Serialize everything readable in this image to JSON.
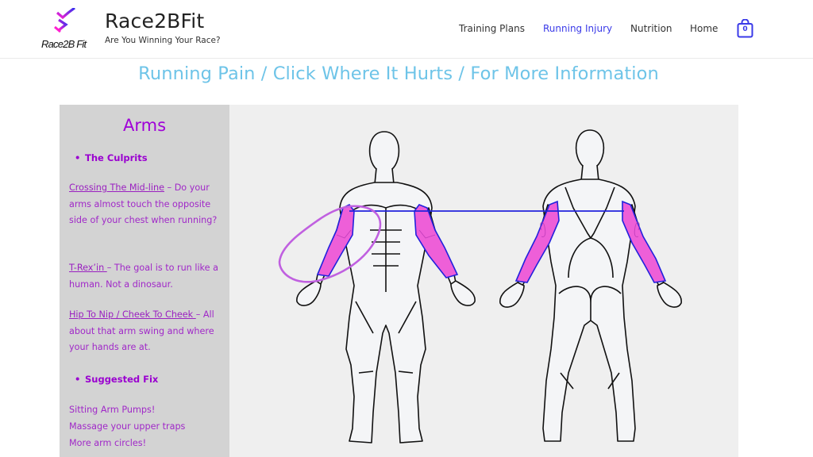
{
  "header": {
    "logo_text": "Race2B Fit",
    "site_title": "Race2BFit",
    "tagline": "Are You Winning Your Race?",
    "nav": [
      {
        "label": "Training Plans",
        "active": false
      },
      {
        "label": "Running Injury",
        "active": true
      },
      {
        "label": "Nutrition",
        "active": false
      },
      {
        "label": "Home",
        "active": false
      }
    ],
    "cart": {
      "icon": "shopping-bag-icon",
      "count": "0"
    }
  },
  "page": {
    "heading": "Running Pain / Click Where It Hurts / For More Information"
  },
  "sidebar": {
    "title": "Arms",
    "culprits_heading": "The Culprits",
    "culprits": [
      {
        "link": "Crossing The Mid-line",
        "text": " – Do your arms almost touch the opposite side of your chest when running?"
      },
      {
        "link": "T-Rex’in ",
        "text": "– The goal is to run like a human. Not a dinosaur."
      },
      {
        "link": "Hip To Nip / Cheek To Cheek ",
        "text": "– All about that arm swing and where your hands are at."
      }
    ],
    "fix_heading": "Suggested Fix",
    "fixes": [
      "Sitting Arm Pumps!",
      "Massage your upper traps",
      "More arm circles!"
    ]
  },
  "figure": {
    "front_label": "front-body-diagram",
    "back_label": "back-body-diagram",
    "highlight_color": "#ee5fd8",
    "outline_color": "#2222dd",
    "circle_color": "#b85ce0"
  }
}
